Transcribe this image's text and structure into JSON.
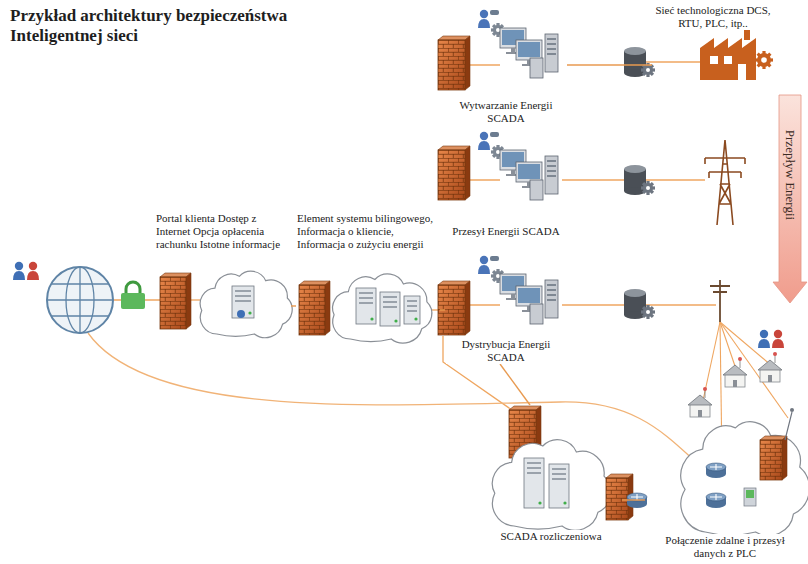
{
  "diagram": {
    "title": "Przykład architektury bezpieczeństwa Inteligentnej sieci",
    "nodes": [
      {
        "text": [
          "Portal klienta Dostęp z Internet Opcja opłacenia rachunku Istotne informacje"
        ]
      },
      {
        "text": [
          "Element systemu bilingowego, Informacja o kliencie, Informacja o zużyciu energii"
        ]
      },
      {
        "text": [
          "Wytwarzanie Energii SCADA"
        ]
      },
      {
        "text": [
          "Przesył Energii SCADA"
        ]
      },
      {
        "text": [
          "Dystrybucja Energii SCADA"
        ]
      },
      {
        "text": [
          "Sieć technologiczna DCS, RTU, PLC, itp.."
        ]
      },
      {
        "text": [
          "SCADA rozliczeniowa"
        ]
      },
      {
        "text": [
          "Połączenie zdalne i przesył danych z PLC"
        ]
      }
    ],
    "edges": [
      {
        "from": 0,
        "to": 1,
        "arrow": "none"
      },
      {
        "from": 1,
        "to": 4,
        "arrow": "none"
      },
      {
        "from": 2,
        "to": 5,
        "arrow": "none"
      },
      {
        "from": 4,
        "to": 6,
        "arrow": "none"
      },
      {
        "from": 6,
        "to": 7,
        "arrow": "none"
      }
    ],
    "labels": [
      "Przepływ Energii"
    ]
  }
}
